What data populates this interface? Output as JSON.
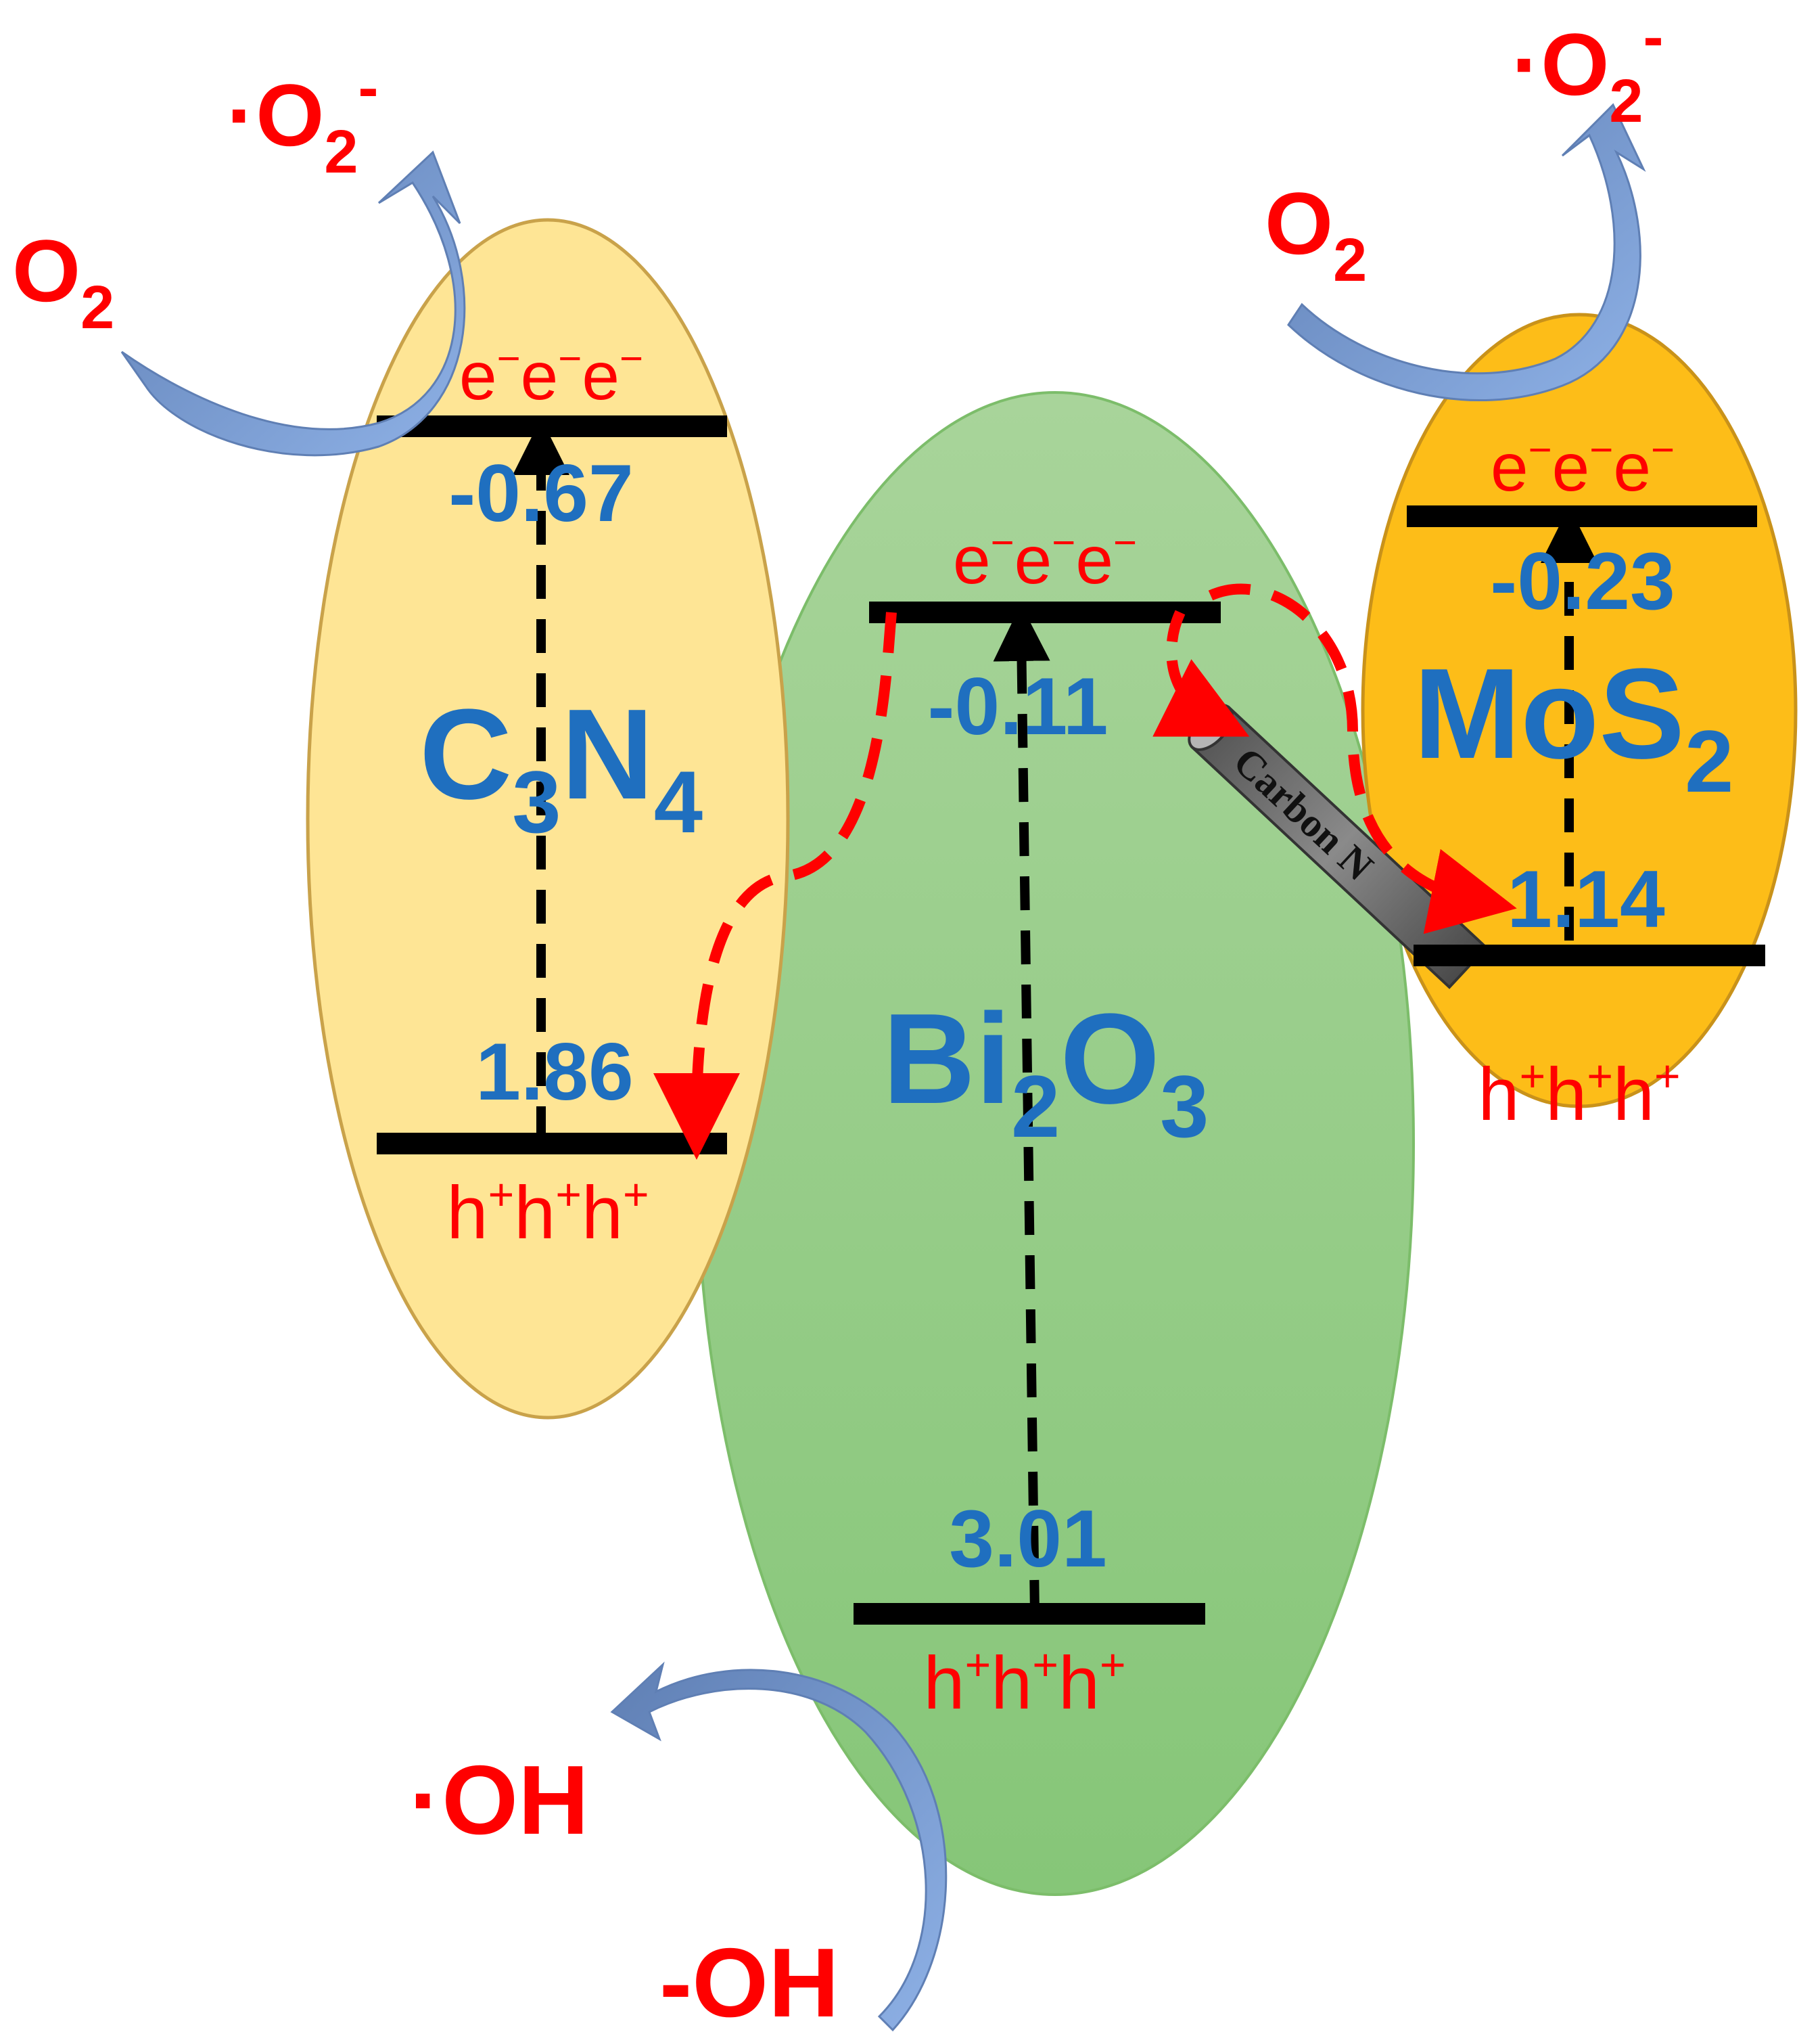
{
  "colors": {
    "c3n4_fill": "#fee595",
    "c3n4_stroke": "#c9a24a",
    "bi2o3_fill": "#9fd08f",
    "bi2o3_stroke": "#7cbd6a",
    "mos2_fill": "#fdbd18",
    "mos2_stroke": "#c9921a",
    "level_line": "#000000",
    "energy_value": "#1f6fbf",
    "charge_text": "#ff0000",
    "transfer_arrow": "#ff0000",
    "reaction_arrow": "#7ea1d8",
    "carbon_nanotube": "#6e6e6e"
  },
  "semiconductors": {
    "c3n4": {
      "name_main": "C",
      "name_sub1": "3",
      "name_mid": "N",
      "name_sub2": "4",
      "cb_value": "-0.67",
      "vb_value": "1.86"
    },
    "bi2o3": {
      "name_main": "Bi",
      "name_sub1": "2",
      "name_mid": "O",
      "name_sub2": "3",
      "cb_value": "-0.11",
      "vb_value": "3.01"
    },
    "mos2": {
      "name_main": "MoS",
      "name_sub1": "2",
      "cb_value": "-0.23",
      "vb_value": "1.14"
    }
  },
  "charges": {
    "electron_base": "e",
    "electron_sup": "−",
    "hole_base": "h",
    "hole_sup": "+"
  },
  "reactions": {
    "left_reactant": {
      "base": "O",
      "sub": "2"
    },
    "left_product": {
      "dot": "·",
      "base": "O",
      "sub": "2",
      "sup": "-"
    },
    "right_reactant": {
      "base": "O",
      "sub": "2"
    },
    "right_product": {
      "dot": "·",
      "base": "O",
      "sub": "2",
      "sup": "-"
    },
    "bottom_reactant": "-OH",
    "bottom_product": "·OH"
  },
  "carbon_label": "Carbon N"
}
